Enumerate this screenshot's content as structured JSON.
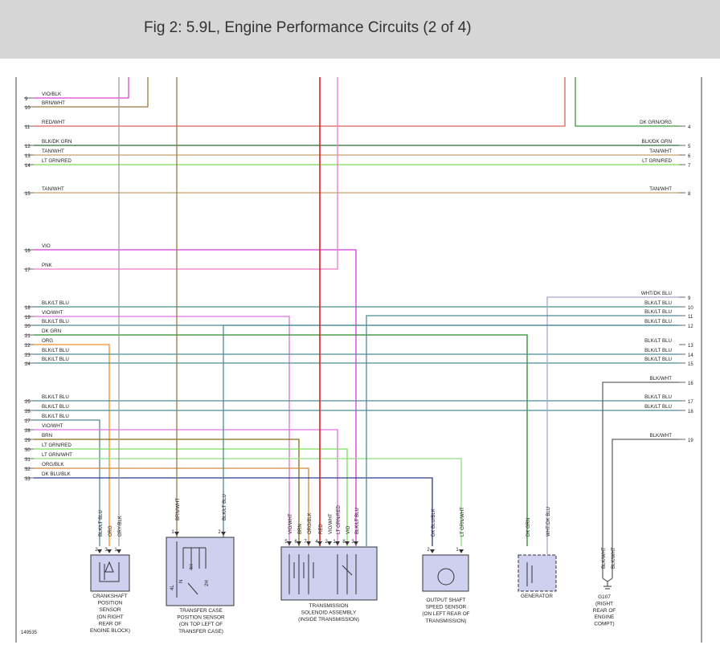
{
  "title": "Fig 2: 5.9L, Engine Performance Circuits (2 of 4)",
  "diagram_id": "149535",
  "wires_left": [
    {
      "pin": "9",
      "label": "VIO/BLK",
      "color": "#d946d9"
    },
    {
      "pin": "10",
      "label": "BRN/WHT",
      "color": "#9c7a3c"
    },
    {
      "pin": "11",
      "label": "RED/WHT",
      "color": "#e06060"
    },
    {
      "pin": "12",
      "label": "BLK/DK GRN",
      "color": "#2f6b3a"
    },
    {
      "pin": "13",
      "label": "TAN/WHT",
      "color": "#c8a06a"
    },
    {
      "pin": "14",
      "label": "LT GRN/RED",
      "color": "#7ddc5a"
    },
    {
      "pin": "15",
      "label": "TAN/WHT",
      "color": "#c8a06a"
    },
    {
      "pin": "16",
      "label": "VIO",
      "color": "#d63ad6"
    },
    {
      "pin": "17",
      "label": "PNK",
      "color": "#f07ac8"
    },
    {
      "pin": "18",
      "label": "BLK/LT BLU",
      "color": "#4c8c94"
    },
    {
      "pin": "19",
      "label": "VIO/WHT",
      "color": "#e070e0"
    },
    {
      "pin": "20",
      "label": "BLK/LT BLU",
      "color": "#4c8c94"
    },
    {
      "pin": "21",
      "label": "DK GRN",
      "color": "#2a8a2a"
    },
    {
      "pin": "22",
      "label": "ORG",
      "color": "#f0902a"
    },
    {
      "pin": "23",
      "label": "BLK/LT BLU",
      "color": "#4c8c94"
    },
    {
      "pin": "24",
      "label": "BLK/LT BLU",
      "color": "#4c8c94"
    },
    {
      "pin": "25",
      "label": "BLK/LT BLU",
      "color": "#4c8c94"
    },
    {
      "pin": "26",
      "label": "BLK/LT BLU",
      "color": "#4c8c94"
    },
    {
      "pin": "27",
      "label": "BLK/LT BLU",
      "color": "#4c8c94"
    },
    {
      "pin": "28",
      "label": "VIO/WHT",
      "color": "#e070e0"
    },
    {
      "pin": "29",
      "label": "BRN",
      "color": "#8a6a1a"
    },
    {
      "pin": "30",
      "label": "LT GRN/RED",
      "color": "#7ddc5a"
    },
    {
      "pin": "31",
      "label": "LT GRN/WHT",
      "color": "#8ae07a"
    },
    {
      "pin": "32",
      "label": "ORG/BLK",
      "color": "#d08a3a"
    },
    {
      "pin": "33",
      "label": "DK BLU/BLK",
      "color": "#2a3a8a"
    }
  ],
  "wires_right": [
    {
      "pin": "4",
      "label": "DK GRN/ORG"
    },
    {
      "pin": "5",
      "label": "BLK/DK GRN"
    },
    {
      "pin": "6",
      "label": "TAN/WHT"
    },
    {
      "pin": "7",
      "label": "LT GRN/RED"
    },
    {
      "pin": "8",
      "label": "TAN/WHT"
    },
    {
      "pin": "9",
      "label": "WHT/DK BLU"
    },
    {
      "pin": "10",
      "label": "BLK/LT BLU"
    },
    {
      "pin": "11",
      "label": "BLK/LT BLU"
    },
    {
      "pin": "12",
      "label": "BLK/LT BLU"
    },
    {
      "pin": "13",
      "label": "BLK/LT BLU"
    },
    {
      "pin": "14",
      "label": "BLK/LT BLU"
    },
    {
      "pin": "15",
      "label": "BLK/LT BLU"
    },
    {
      "pin": "16",
      "label": "BLK/WHT"
    },
    {
      "pin": "17",
      "label": "BLK/LT BLU"
    },
    {
      "pin": "18",
      "label": "BLK/LT BLU"
    },
    {
      "pin": "19",
      "label": "BLK/WHT"
    }
  ],
  "components": {
    "crankshaft": {
      "name": "CRANKSHAFT\nPOSITION\nSENSOR\n(ON RIGHT\nREAR OF\nENGINE BLOCK)",
      "pins": [
        "2",
        "3",
        "1"
      ],
      "wire_labels": [
        "BLK/LT BLU",
        "ORG",
        "GRY/BLK"
      ]
    },
    "transfer_case": {
      "name": "TRANSFER CASE\nPOSITION SENSOR\n(ON TOP LEFT OF\nTRANSFER CASE)",
      "pins": [
        "1",
        "2"
      ],
      "wire_labels": [
        "BRN/WHT",
        "BLK/LT BLU"
      ],
      "internal_labels": [
        "4L",
        "N",
        "4H",
        "2H"
      ]
    },
    "transmission": {
      "name": "TRANSMISSION\nSOLENOID ASSEMBLY\n(INSIDE TRANSMISSION)",
      "pins": [
        "5",
        "6",
        "7",
        "4",
        "2",
        "1",
        "8",
        "3"
      ],
      "wire_labels": [
        "VIO/WHT",
        "BRN",
        "ORG/BLK",
        "RED",
        "VIO/WHT",
        "LT GRN/RED",
        "VIO",
        "BLK/LT BLU"
      ]
    },
    "output_shaft": {
      "name": "OUTPUT SHAFT\nSPEED SENSOR\n(ON LEFT REAR OF\nTRANSMISSION)",
      "pins": [
        "2",
        "1"
      ],
      "wire_labels": [
        "DK BLU/BLK",
        "LT GRN/WHT"
      ]
    },
    "generator": {
      "name": "GENERATOR",
      "wire_labels": [
        "DK GRN",
        "WHT/DK BLU"
      ]
    },
    "ground": {
      "name": "G107\n(RIGHT\nREAR OF\nENGINE\nCOMPT)",
      "wire_labels": [
        "BLK/WHT",
        "BLK/WHT"
      ]
    }
  }
}
